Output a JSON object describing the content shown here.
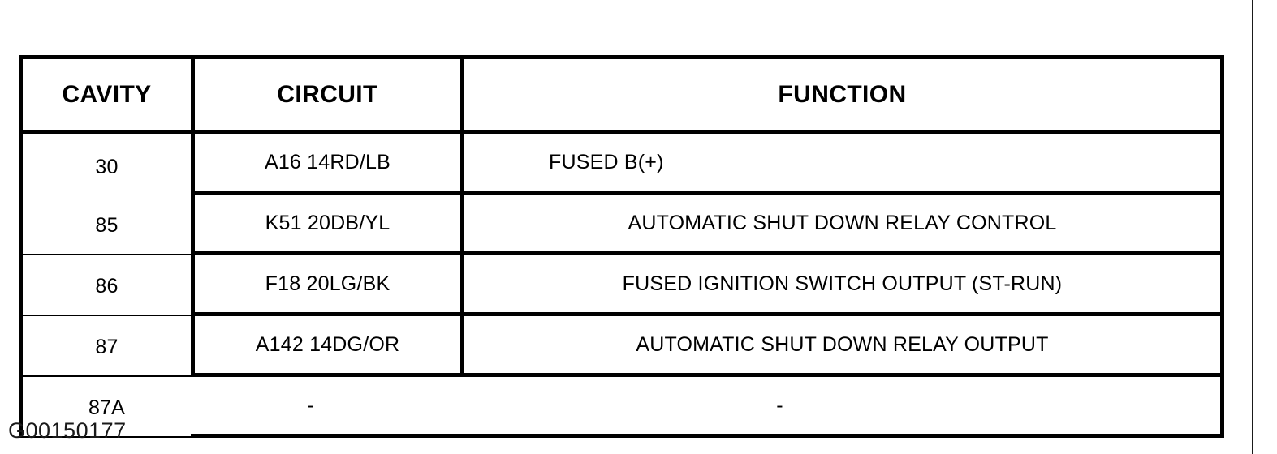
{
  "document": {
    "figure_id": "G00150177"
  },
  "table": {
    "name": "relay-terminal-table",
    "columns": [
      {
        "key": "cavity",
        "label": "CAVITY"
      },
      {
        "key": "circuit",
        "label": "CIRCUIT"
      },
      {
        "key": "function",
        "label": "FUNCTION"
      }
    ],
    "rows": [
      {
        "cavity": "30",
        "circuit": "A16 14RD/LB",
        "function": "FUSED B(+)",
        "function_align": "left"
      },
      {
        "cavity": "85",
        "circuit": "K51 20DB/YL",
        "function": "AUTOMATIC SHUT DOWN RELAY CONTROL",
        "function_align": "center"
      },
      {
        "cavity": "86",
        "circuit": "F18 20LG/BK",
        "function": "FUSED IGNITION SWITCH OUTPUT (ST-RUN)",
        "function_align": "center"
      },
      {
        "cavity": "87",
        "circuit": "A142 14DG/OR",
        "function": "AUTOMATIC SHUT DOWN RELAY OUTPUT",
        "function_align": "center"
      },
      {
        "cavity": "87A",
        "circuit": "-",
        "function": "-",
        "function_align": "center"
      }
    ]
  },
  "colors": {
    "ink": "#000000",
    "paper": "#ffffff",
    "page_edge": "#1a1a1a"
  }
}
